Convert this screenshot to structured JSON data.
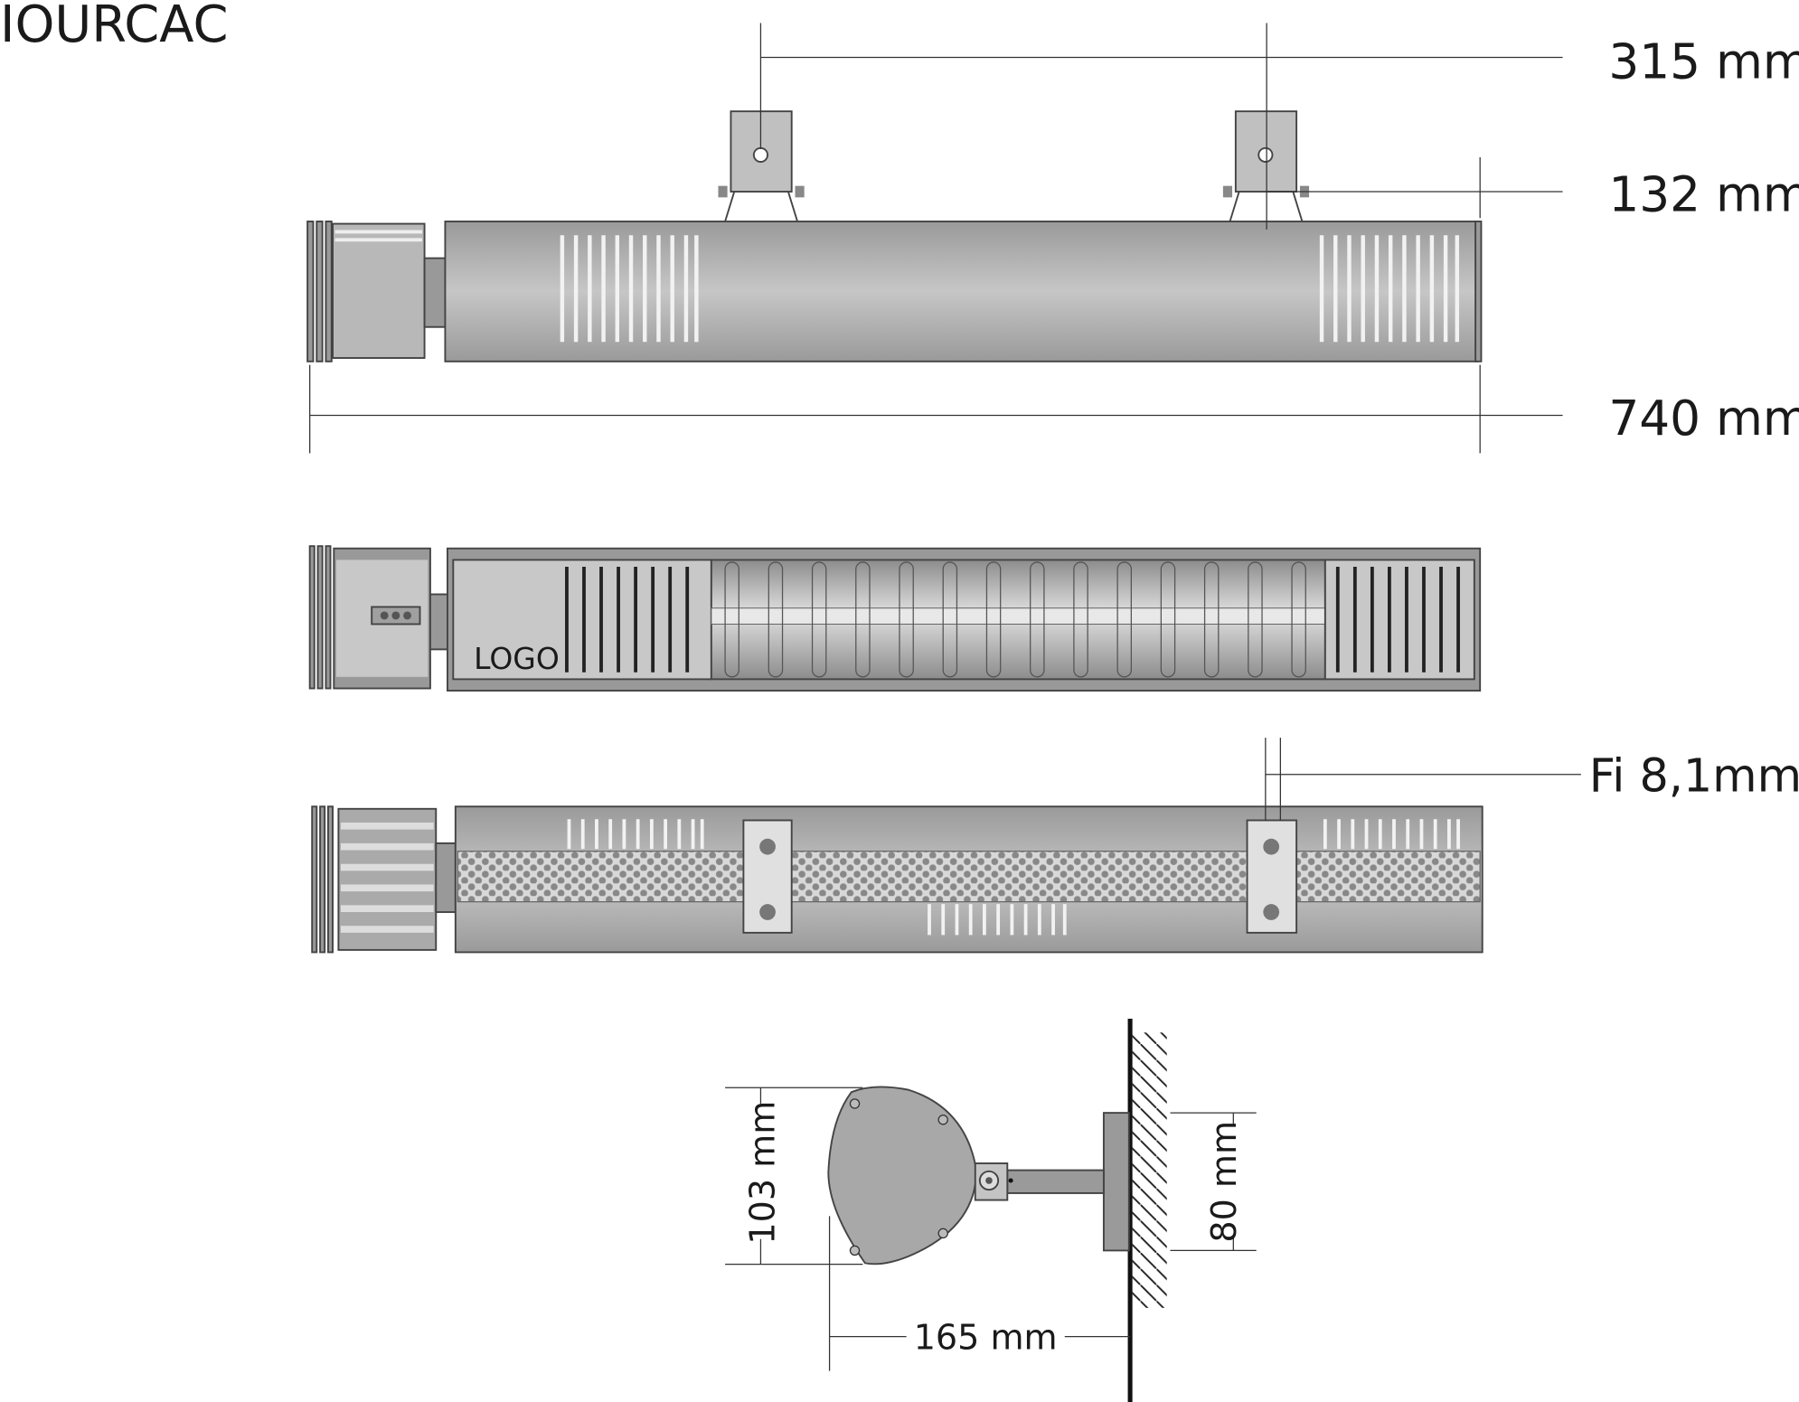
{
  "title": "IOURCAC",
  "logo_text": "LOGO",
  "dimensions": {
    "bracket_spacing": "315 mm",
    "bracket_height": "132 mm",
    "total_length": "740 mm",
    "hole_diameter": "Fi 8,1mm",
    "housing_height": "103 mm",
    "wall_plate_height": "80 mm",
    "wall_distance": "165 mm"
  },
  "colors": {
    "body": "#b8b8b8",
    "dark": "#8a8a8a",
    "light": "#d4d4d4",
    "outline": "#444444"
  }
}
